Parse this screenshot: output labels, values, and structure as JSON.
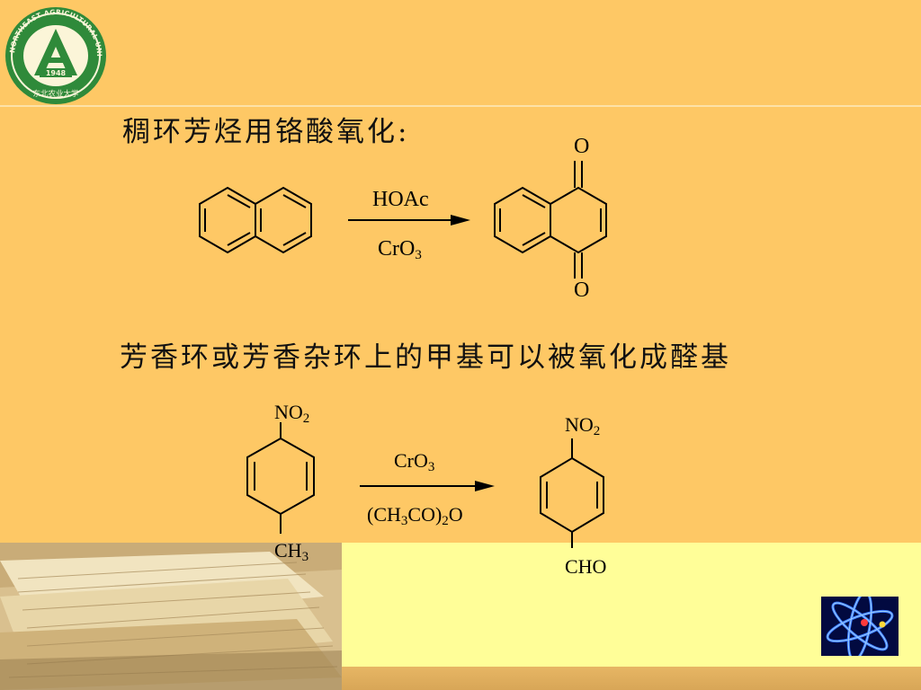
{
  "logo": {
    "ring_text": "NORTHEAST AGRICULTURAL UNIVERSITY",
    "year": "1948",
    "bottom_text": "东北农业大学"
  },
  "heading1": "稠环芳烃用铬酸氧化:",
  "heading2": "芳香环或芳香杂环上的甲基可以被氧化成醛基",
  "reaction1": {
    "reagent_top": "HOAc",
    "reagent_bottom_main": "CrO",
    "reagent_bottom_sub": "3",
    "product_top_o": "O",
    "product_bottom_o": "O"
  },
  "reaction2": {
    "reactant_top_main": "NO",
    "reactant_top_sub": "2",
    "reactant_bottom_main": "CH",
    "reactant_bottom_sub": "3",
    "reagent_top_main": "CrO",
    "reagent_top_sub": "3",
    "reagent_bottom": {
      "p1": "(CH",
      "s1": "3",
      "p2": "CO)",
      "s2": "2",
      "p3": "O"
    },
    "product_top_main": "NO",
    "product_top_sub": "2",
    "product_bottom": "CHO"
  },
  "colors": {
    "background": "#fec865",
    "bottom_band": "#fffe98",
    "logo_green": "#2f8a3a"
  }
}
